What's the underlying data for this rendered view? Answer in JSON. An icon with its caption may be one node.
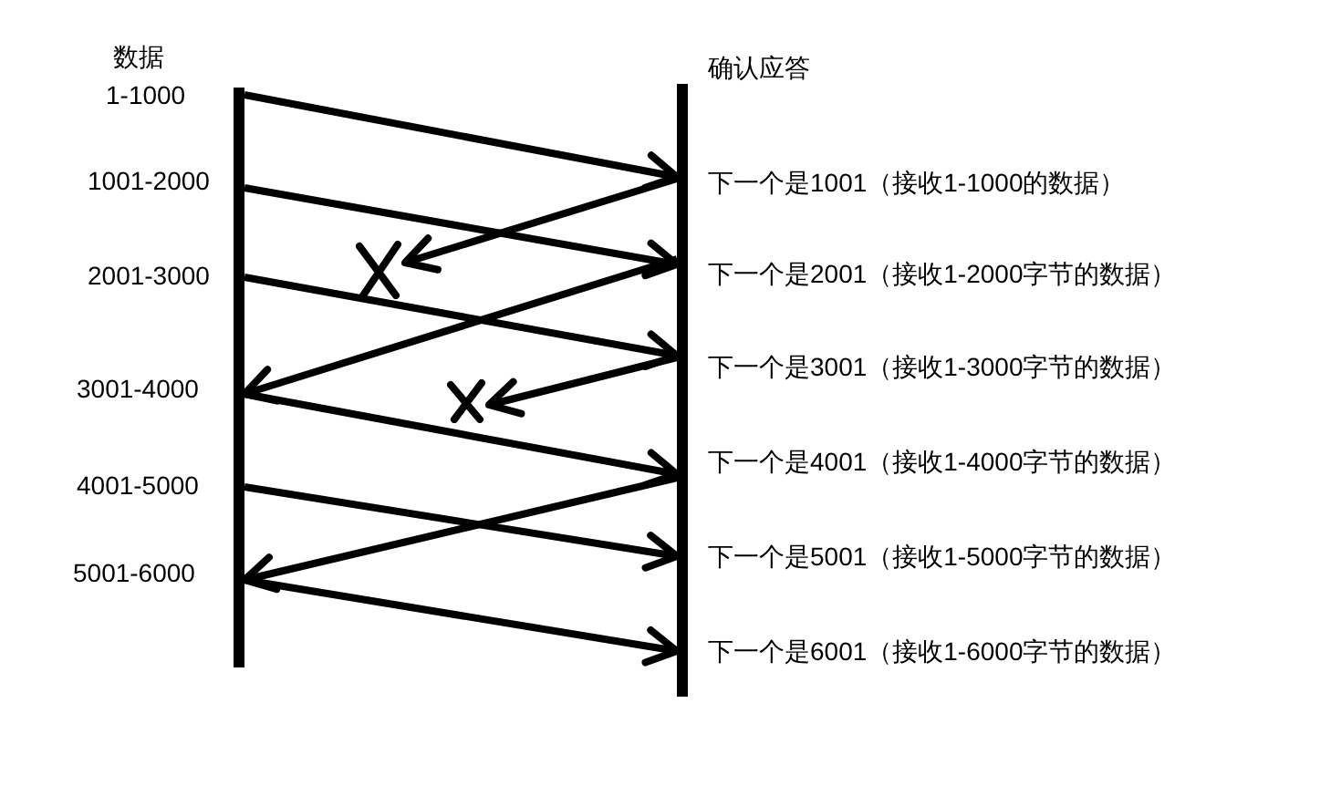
{
  "diagram": {
    "nodes": [
      {
        "text": [
          "数据"
        ],
        "beside": [
          "1-1000",
          "1001-2000",
          "2001-3000",
          "3001-4000",
          "4001-5000",
          "5001-6000"
        ]
      },
      {
        "text": [
          "确认应答"
        ],
        "beside": [
          "下一个是1001（接收1-1000的数据）",
          "下一个是2001（接收1-2000字节的数据）",
          "下一个是3001（接收1-3000字节的数据）",
          "下一个是4001（接收1-4000字节的数据）",
          "下一个是5001（接收1-5000字节的数据）",
          "下一个是6001（接收1-6000字节的数据）"
        ]
      },
      {
        "text": [],
        "shape": "cross"
      },
      {
        "text": [],
        "shape": "cross"
      }
    ],
    "edges": [
      {
        "from": 0,
        "to": 1,
        "arrow": "to"
      },
      {
        "from": 1,
        "to": 2,
        "arrow": "to"
      },
      {
        "from": 0,
        "to": 1,
        "arrow": "to"
      },
      {
        "from": 1,
        "to": 0,
        "arrow": "to"
      },
      {
        "from": 0,
        "to": 1,
        "arrow": "to"
      },
      {
        "from": 1,
        "to": 3,
        "arrow": "to"
      },
      {
        "from": 0,
        "to": 1,
        "arrow": "to"
      },
      {
        "from": 0,
        "to": 1,
        "arrow": "to"
      },
      {
        "from": 1,
        "to": 0,
        "arrow": "to"
      },
      {
        "from": 0,
        "to": 1,
        "arrow": "to"
      }
    ]
  }
}
